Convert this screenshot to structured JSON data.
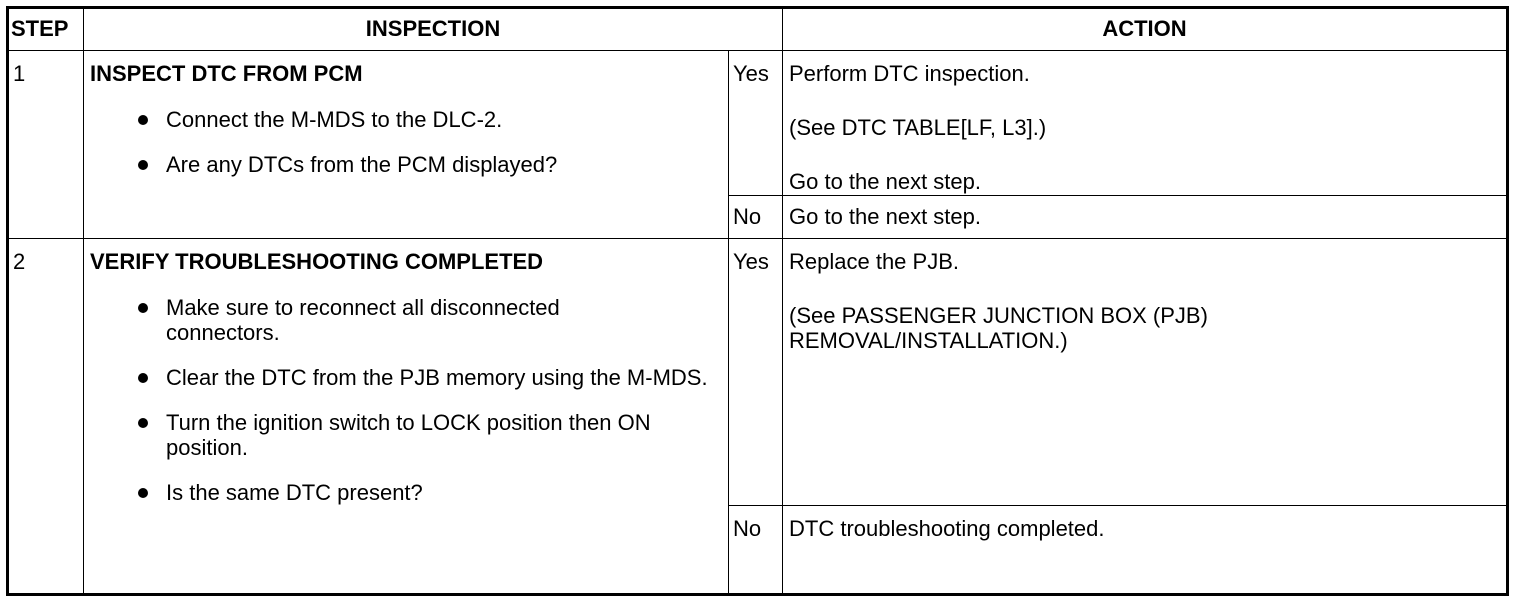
{
  "headers": {
    "step": "STEP",
    "inspection": "INSPECTION",
    "action": "ACTION"
  },
  "rows": [
    {
      "step": "1",
      "title": "INSPECT DTC FROM PCM",
      "bullets": [
        "Connect the M-MDS to the DLC-2.",
        "Are any DTCs from the PCM displayed?"
      ],
      "yes_label": "Yes",
      "yes_lines": [
        "Perform DTC inspection.",
        "(See DTC TABLE[LF, L3].)",
        "Go to the next step."
      ],
      "no_label": "No",
      "no_lines": [
        "Go to the next step."
      ]
    },
    {
      "step": "2",
      "title": "VERIFY TROUBLESHOOTING COMPLETED",
      "bullets": [
        "Make sure to reconnect all disconnected connectors.",
        "Clear the DTC from the PJB memory using the M-MDS.",
        "Turn the ignition switch to LOCK position then ON position.",
        "Is the same DTC present?"
      ],
      "yes_label": "Yes",
      "yes_lines": [
        "Replace the PJB.",
        "(See PASSENGER JUNCTION BOX (PJB) REMOVAL/INSTALLATION.)"
      ],
      "no_label": "No",
      "no_lines": [
        "DTC troubleshooting completed."
      ]
    }
  ]
}
